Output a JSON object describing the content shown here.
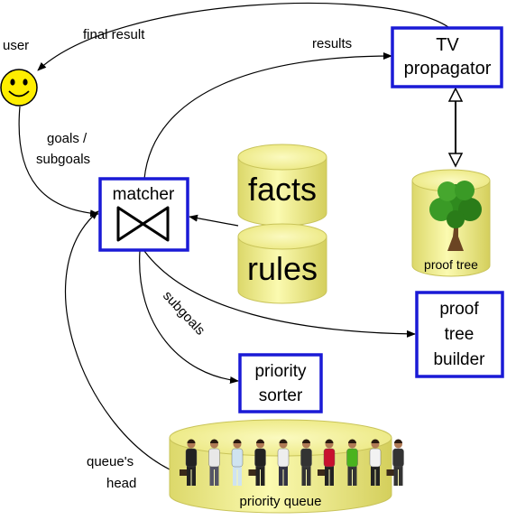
{
  "labels": {
    "user": "user",
    "final_result": "final result",
    "results": "results",
    "goals_line1": "goals /",
    "goals_line2": "subgoals",
    "subgoals": "subgoals",
    "queues_head_line1": "queue's",
    "queues_head_line2": "head"
  },
  "boxes": {
    "tv_line1": "TV",
    "tv_line2": "propagator",
    "matcher": "matcher",
    "proof_builder_line1": "proof",
    "proof_builder_line2": "tree",
    "proof_builder_line3": "builder",
    "sorter_line1": "priority",
    "sorter_line2": "sorter"
  },
  "cylinders": {
    "facts": "facts",
    "rules": "rules",
    "proof_tree": "proof tree",
    "priority_queue": "priority queue"
  },
  "colors": {
    "box_border": "#1a1ad6",
    "cylinder_fill": "#f7f59a",
    "cylinder_shade": "#dcd86a",
    "smiley": "#ffee00",
    "tree_green": "#2f8a1e"
  },
  "icons": {
    "user": "smiley-face-icon",
    "matcher": "bowtie-join-icon",
    "proof_tree": "tree-icon",
    "queue": "people-queue-icon"
  }
}
